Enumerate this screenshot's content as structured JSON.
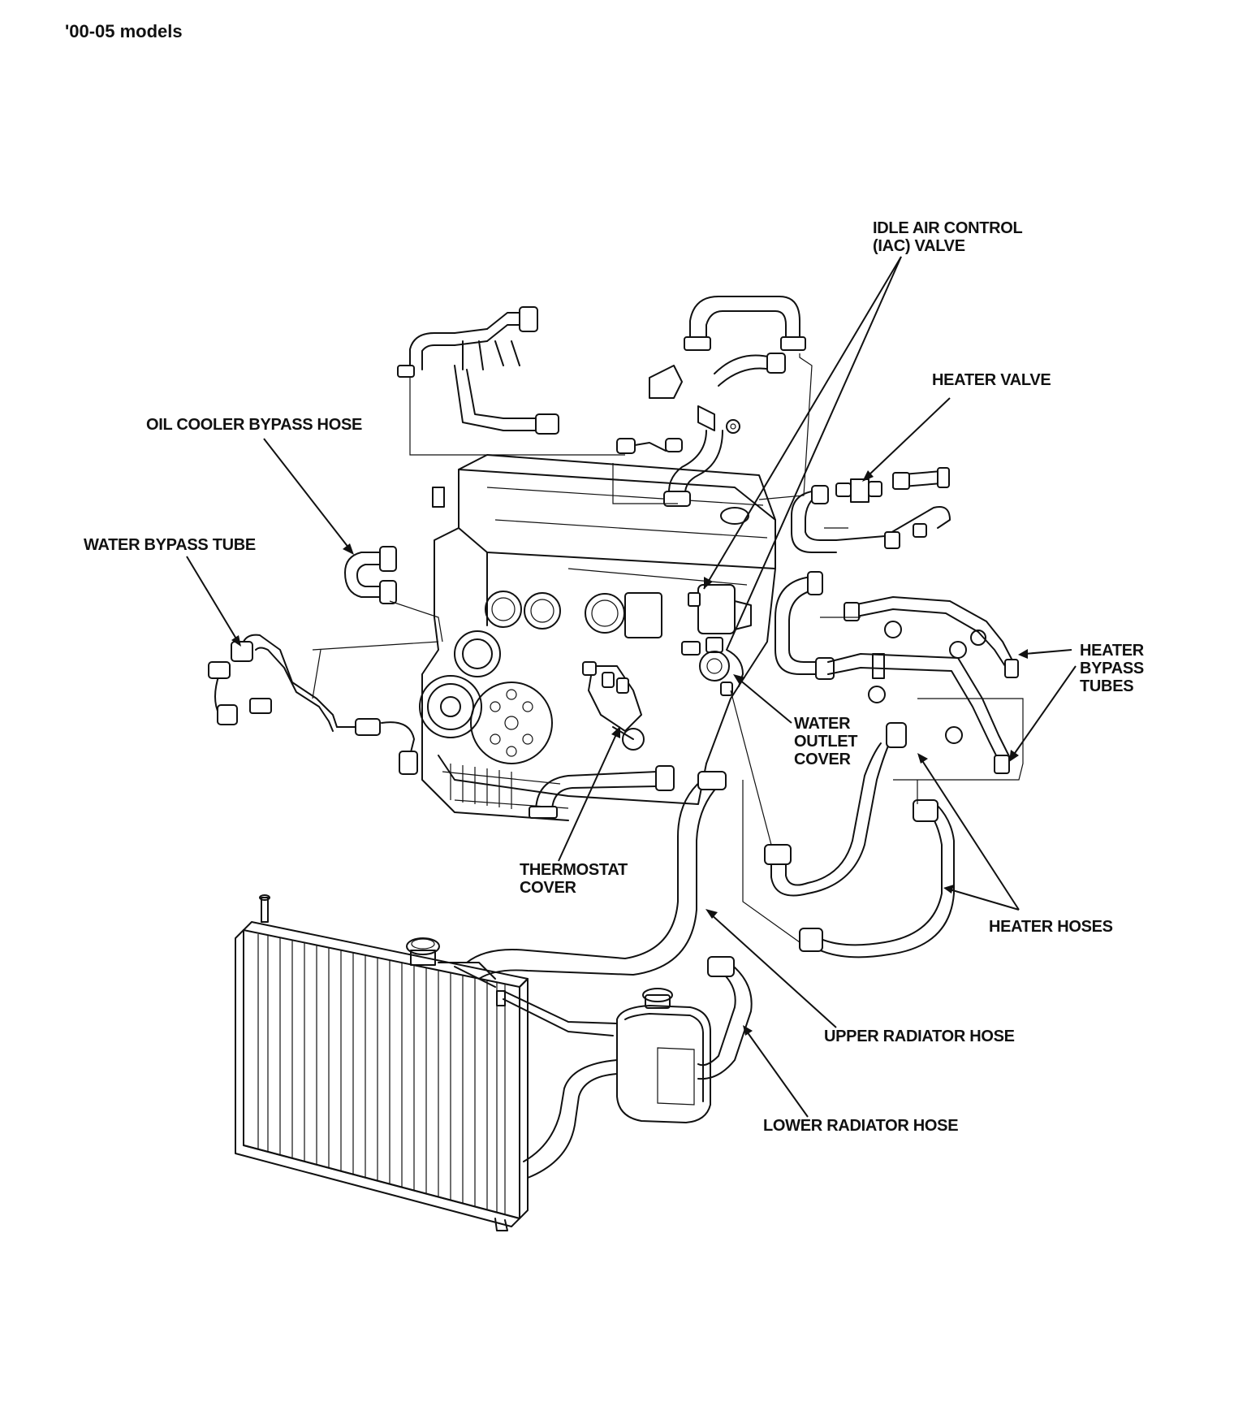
{
  "header": {
    "model_range": "'00-05 models"
  },
  "callouts": {
    "iac_valve": [
      "IDLE AIR CONTROL",
      "(IAC) VALVE"
    ],
    "heater_valve": [
      "HEATER VALVE"
    ],
    "oil_cooler_bypass_hose": [
      "OIL COOLER BYPASS HOSE"
    ],
    "water_bypass_tube": [
      "WATER BYPASS TUBE"
    ],
    "heater_bypass_tubes": [
      "HEATER",
      "BYPASS",
      "TUBES"
    ],
    "water_outlet_cover": [
      "WATER",
      "OUTLET",
      "COVER"
    ],
    "thermostat_cover": [
      "THERMOSTAT",
      "COVER"
    ],
    "heater_hoses": [
      "HEATER HOSES"
    ],
    "upper_radiator_hose": [
      "UPPER RADIATOR HOSE"
    ],
    "lower_radiator_hose": [
      "LOWER RADIATOR HOSE"
    ]
  },
  "colors": {
    "ink": "#111111",
    "paper": "#ffffff"
  }
}
